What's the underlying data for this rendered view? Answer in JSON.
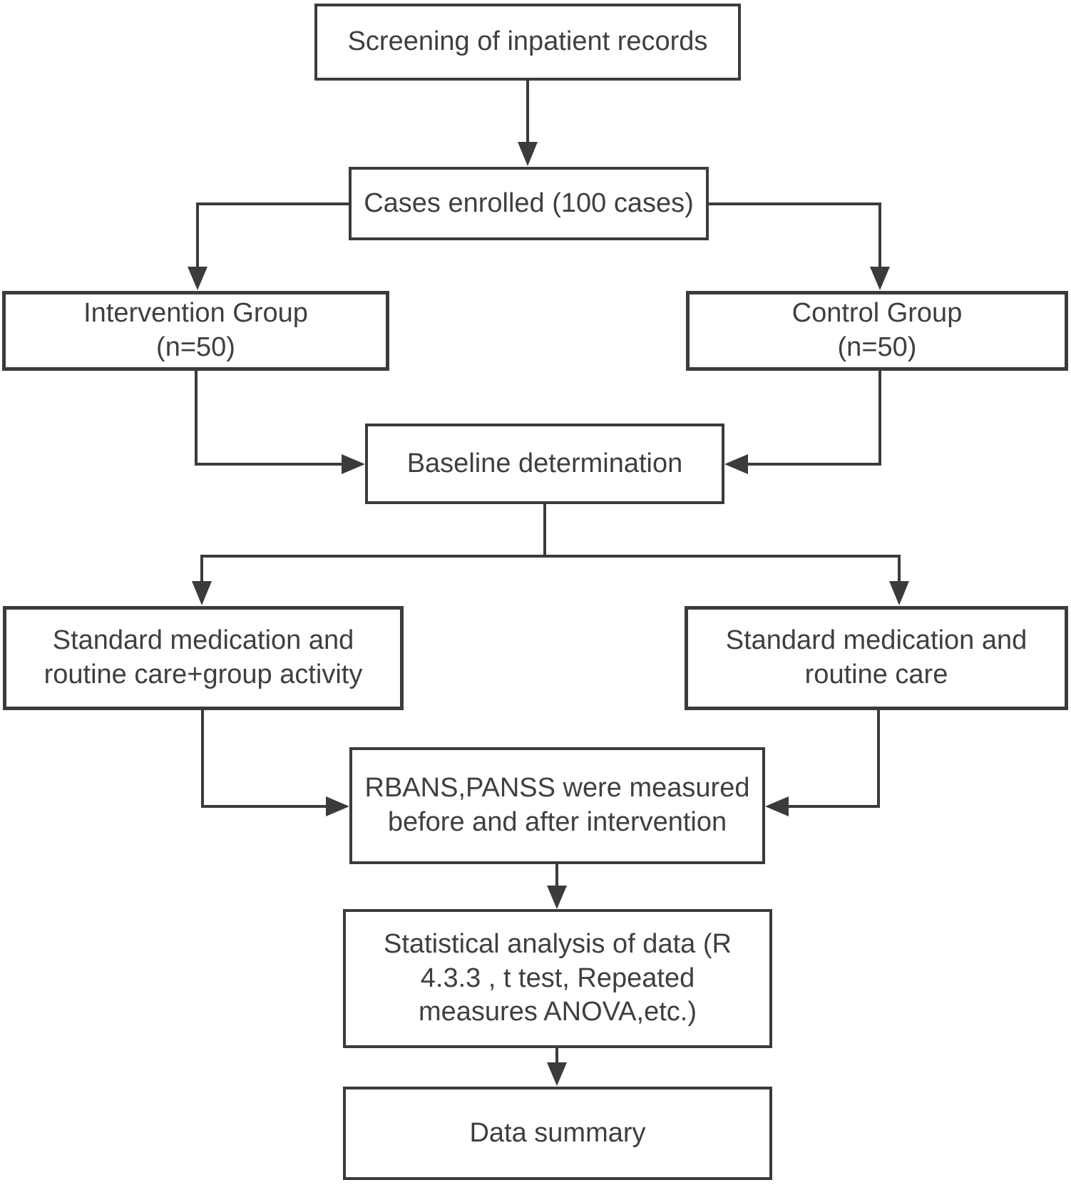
{
  "colors": {
    "stroke": "#3b3b3b",
    "text": "#3f3f3f",
    "node_fill": "#ffffff",
    "background": "#ffffff"
  },
  "nodes": {
    "screening": {
      "label": "Screening of inpatient records"
    },
    "cases": {
      "label": "Cases enrolled (100 cases)"
    },
    "intervention": {
      "label": "Intervention Group\n(n=50)"
    },
    "control": {
      "label": "Control Group\n(n=50)"
    },
    "baseline": {
      "label": "Baseline determination"
    },
    "std_left": {
      "label": "Standard medication and\nroutine care+group activity"
    },
    "std_right": {
      "label": "Standard medication and\nroutine care"
    },
    "rbans": {
      "label": "RBANS,PANSS were measured\nbefore and after intervention"
    },
    "stat": {
      "label": "Statistical analysis of data (R\n4.3.3 , t test, Repeated\nmeasures ANOVA,etc.)"
    },
    "data_summary": {
      "label": "Data summary"
    }
  },
  "edges": [
    {
      "from": "screening",
      "to": "cases"
    },
    {
      "from": "cases",
      "to": "intervention"
    },
    {
      "from": "cases",
      "to": "control"
    },
    {
      "from": "intervention",
      "to": "baseline"
    },
    {
      "from": "control",
      "to": "baseline"
    },
    {
      "from": "baseline",
      "to": "std_left"
    },
    {
      "from": "baseline",
      "to": "std_right"
    },
    {
      "from": "std_left",
      "to": "rbans"
    },
    {
      "from": "std_right",
      "to": "rbans"
    },
    {
      "from": "rbans",
      "to": "stat"
    },
    {
      "from": "stat",
      "to": "data_summary"
    }
  ]
}
